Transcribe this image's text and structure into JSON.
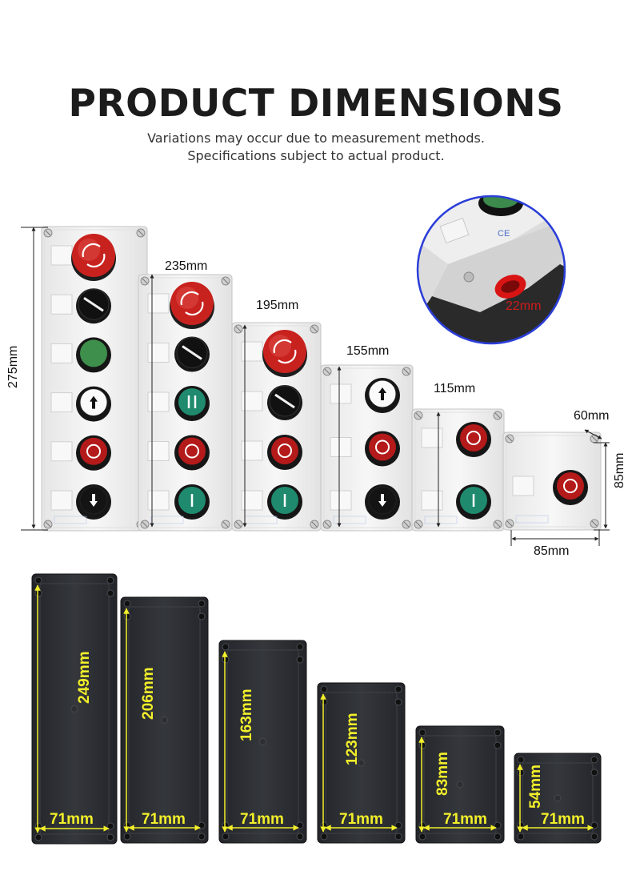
{
  "header": {
    "title": "PRODUCT DIMENSIONS",
    "subtitle_line1": "Variations may occur due to measurement methods.",
    "subtitle_line2": "Specifications subject to actual product."
  },
  "boxes": [
    {
      "height_label": "275mm",
      "buttons": [
        "estop",
        "selector",
        "green",
        "arrow-up",
        "red",
        "arrow-down"
      ]
    },
    {
      "height_label": "235mm",
      "buttons": [
        "estop",
        "selector",
        "pause",
        "red",
        "start"
      ]
    },
    {
      "height_label": "195mm",
      "buttons": [
        "estop",
        "selector",
        "red",
        "start"
      ]
    },
    {
      "height_label": "155mm",
      "buttons": [
        "arrow-up",
        "red",
        "arrow-down"
      ]
    },
    {
      "height_label": "115mm",
      "buttons": [
        "red",
        "start"
      ]
    },
    {
      "height_label": "85mm",
      "width_label": "85mm",
      "depth_label": "60mm",
      "buttons": [
        "red"
      ]
    }
  ],
  "hole_label": "22mm",
  "inner": [
    {
      "height": "249mm",
      "width": "71mm"
    },
    {
      "height": "206mm",
      "width": "71mm"
    },
    {
      "height": "163mm",
      "width": "71mm"
    },
    {
      "height": "123mm",
      "width": "71mm"
    },
    {
      "height": "83mm",
      "width": "71mm"
    },
    {
      "height": "54mm",
      "width": "71mm"
    }
  ],
  "colors": {
    "dimension_yellow": "#f2ef2a",
    "estop_red": "#c8221f",
    "stop_red": "#b41a1a",
    "start_green": "#1f8a6e",
    "lamp_green": "#3f8f4c",
    "housing_white": "#f1f1f1",
    "back_black": "#2b2d30",
    "inset_circle_blue": "#2b3ed8"
  }
}
